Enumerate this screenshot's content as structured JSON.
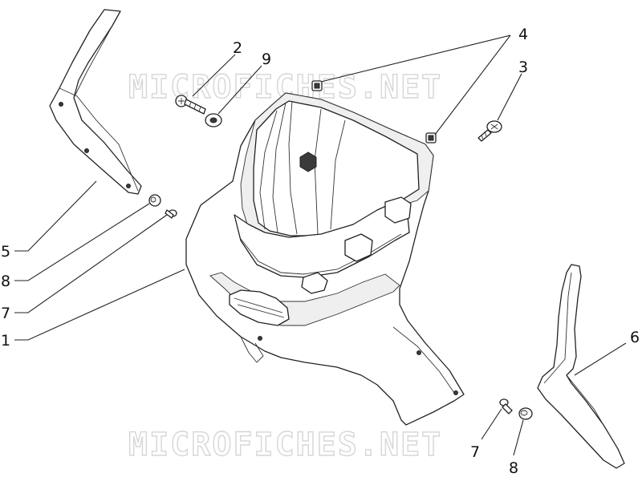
{
  "watermarks": [
    "MICROFICHES.NET",
    "MICROFICHES.NET"
  ],
  "callouts": [
    "2",
    "9",
    "4",
    "3",
    "5",
    "8",
    "7",
    "1",
    "6",
    "7",
    "8"
  ]
}
